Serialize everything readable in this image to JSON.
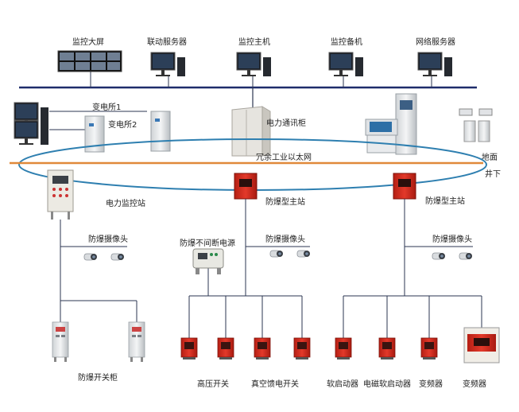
{
  "network": {
    "top_devices": [
      {
        "label": "监控大屏",
        "icon": "video-wall-icon"
      },
      {
        "label": "联动服务器",
        "icon": "computer-icon"
      },
      {
        "label": "监控主机",
        "icon": "computer-icon"
      },
      {
        "label": "监控备机",
        "icon": "computer-icon"
      },
      {
        "label": "网络服务器",
        "icon": "computer-icon"
      }
    ],
    "substation1": "变电所1",
    "substation2": "变电所2",
    "comm_cabinet": "电力通讯柜",
    "ring_label": "冗余工业以太网",
    "ground_label": "地面",
    "underground_label": "井下",
    "power_station": "电力监控站",
    "main_station_1": "防爆型主站",
    "main_station_2": "防爆型主站",
    "camera_label_1": "防爆摄像头",
    "camera_label_2": "防爆摄像头",
    "camera_label_3": "防爆摄像头",
    "ups_label": "防爆不间断电源",
    "switch_cabinet": "防爆开关柜",
    "hv_switch": "高压开关",
    "vacuum_switch": "真空馈电开关",
    "soft_starter": "软启动器",
    "em_soft_starter": "电磁软启动器",
    "inverter_1": "变频器",
    "inverter_2": "变频器"
  },
  "colors": {
    "bus_line": "#1f2d6b",
    "ring": "#2e7fb0",
    "ground_divider": "#e0893a",
    "link_line": "#2b3550",
    "explosion_box": "#d7281b"
  }
}
